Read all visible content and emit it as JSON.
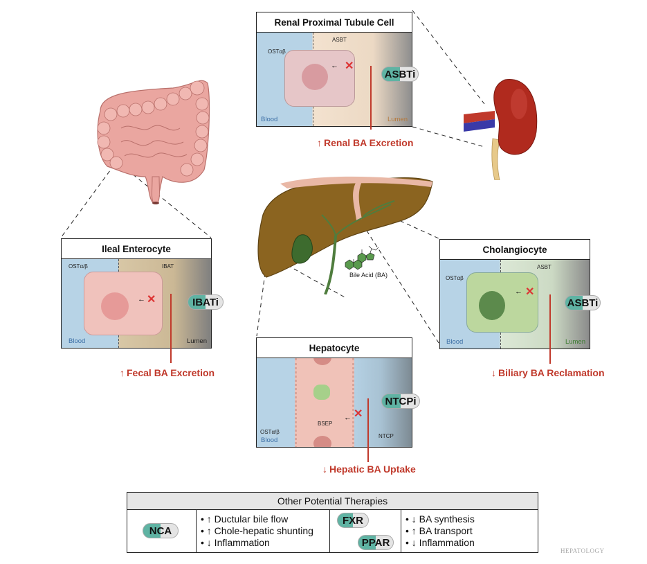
{
  "organs": {
    "intestine": "intestine-illustration",
    "kidney": "kidney-illustration",
    "liver": "liver-illustration"
  },
  "bile_acid_label": "Bile Acid (BA)",
  "panels": {
    "renal": {
      "title": "Renal Proximal Tubule Cell",
      "transporter_basolateral": "OSTαβ",
      "transporter_apical": "ASBT",
      "zone_left": "Blood",
      "zone_right": "Lumen",
      "drug": "ASBTi",
      "outcome_arrow": "↑",
      "outcome": "Renal BA Excretion"
    },
    "ileal": {
      "title": "Ileal Enterocyte",
      "transporter_basolateral": "OSTα/β",
      "transporter_apical": "IBAT",
      "zone_left": "Blood",
      "zone_right": "Lumen",
      "drug": "IBATi",
      "outcome_arrow": "↑",
      "outcome": "Fecal BA Excretion"
    },
    "cholangiocyte": {
      "title": "Cholangiocyte",
      "transporter_basolateral": "OSTαβ",
      "transporter_apical": "ASBT",
      "zone_left": "Blood",
      "zone_right": "Lumen",
      "drug": "ASBTi",
      "outcome_arrow": "↓",
      "outcome": "Biliary BA Reclamation"
    },
    "hepatocyte": {
      "title": "Hepatocyte",
      "transporter_basolateral": "OSTα/β",
      "transporter_canalicular": "BSEP",
      "transporter_uptake": "NTCP",
      "zone_left": "Blood",
      "drug": "NTCPi",
      "outcome_arrow": "↓",
      "outcome": "Hepatic BA Uptake"
    }
  },
  "colors": {
    "outcome_red": "#c0392b",
    "pill_teal": "#5fb3a3",
    "pill_grey": "#e4e4e4",
    "blood_blue": "#b7d3e6",
    "bile_acid_green": "#5a9a4e"
  },
  "therapies": {
    "title": "Other Potential Therapies",
    "group1": {
      "drugs": [
        "NCA"
      ],
      "effects": [
        "• ↑ Ductular bile flow",
        "• ↑ Chole-hepatic shunting",
        "• ↓ Inflammation"
      ]
    },
    "group2": {
      "drugs": [
        "FXR",
        "PPAR"
      ],
      "effects": [
        "• ↓ BA synthesis",
        "• ↑ BA transport",
        "• ↓ Inflammation"
      ]
    }
  },
  "watermark": "HEPATOLOGY"
}
